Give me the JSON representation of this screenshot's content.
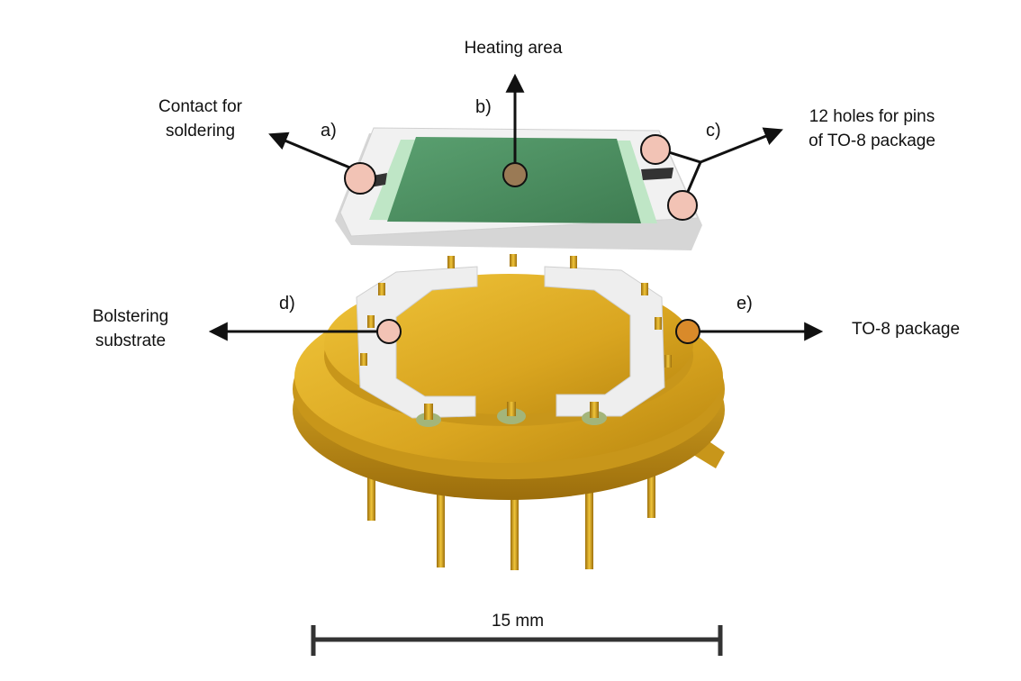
{
  "labels": {
    "a": {
      "tag": "a)",
      "text_line1": "Contact for",
      "text_line2": "soldering"
    },
    "b": {
      "tag": "b)",
      "text": "Heating area"
    },
    "c": {
      "tag": "c)",
      "text_line1": "12 holes for pins",
      "text_line2": "of TO-8 package"
    },
    "d": {
      "tag": "d)",
      "text_line1": "Bolstering",
      "text_line2": "substrate"
    },
    "e": {
      "tag": "e)",
      "text": "TO-8 package"
    }
  },
  "scale_bar": {
    "label": "15 mm"
  },
  "colors": {
    "gold": "#d9a520",
    "gold_dark": "#a87a10",
    "ceramic": "#ececec",
    "heater": "#4f8f63",
    "marker_pink": "#f2c3b5",
    "marker_brown": "#9a7a55",
    "marker_orange": "#d98a2a",
    "arrow": "#111111"
  }
}
